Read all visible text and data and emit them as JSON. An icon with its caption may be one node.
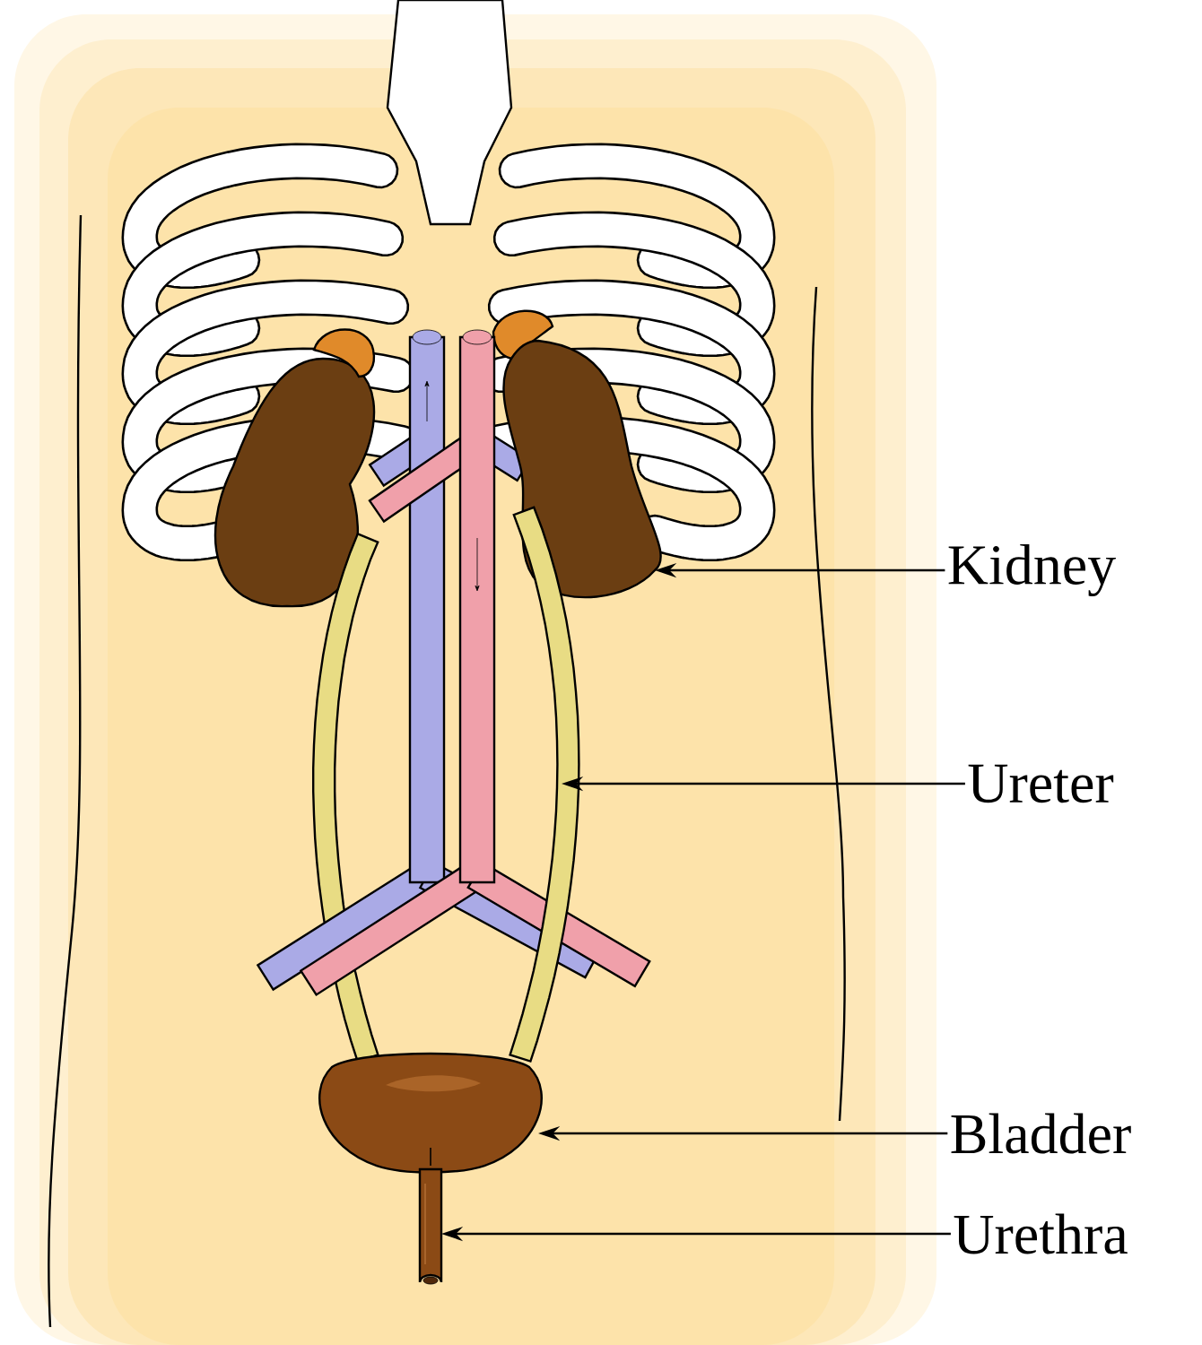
{
  "diagram": {
    "nodes": [
      {
        "text": [
          "Kidney"
        ]
      },
      {
        "text": [
          "Ureter"
        ]
      },
      {
        "text": [
          "Bladder"
        ]
      },
      {
        "text": [
          "Urethra"
        ]
      },
      {
        "text": [],
        "shape": "picture"
      },
      {
        "text": [],
        "shape": "picture"
      },
      {
        "text": [],
        "shape": "picture"
      },
      {
        "text": [],
        "shape": "picture"
      }
    ],
    "edges": [
      {
        "from": 0,
        "to": 4,
        "arrow": "to"
      },
      {
        "from": 1,
        "to": 5,
        "arrow": "to"
      },
      {
        "from": 2,
        "to": 6,
        "arrow": "to"
      },
      {
        "from": 3,
        "to": 7,
        "arrow": "to"
      }
    ]
  }
}
